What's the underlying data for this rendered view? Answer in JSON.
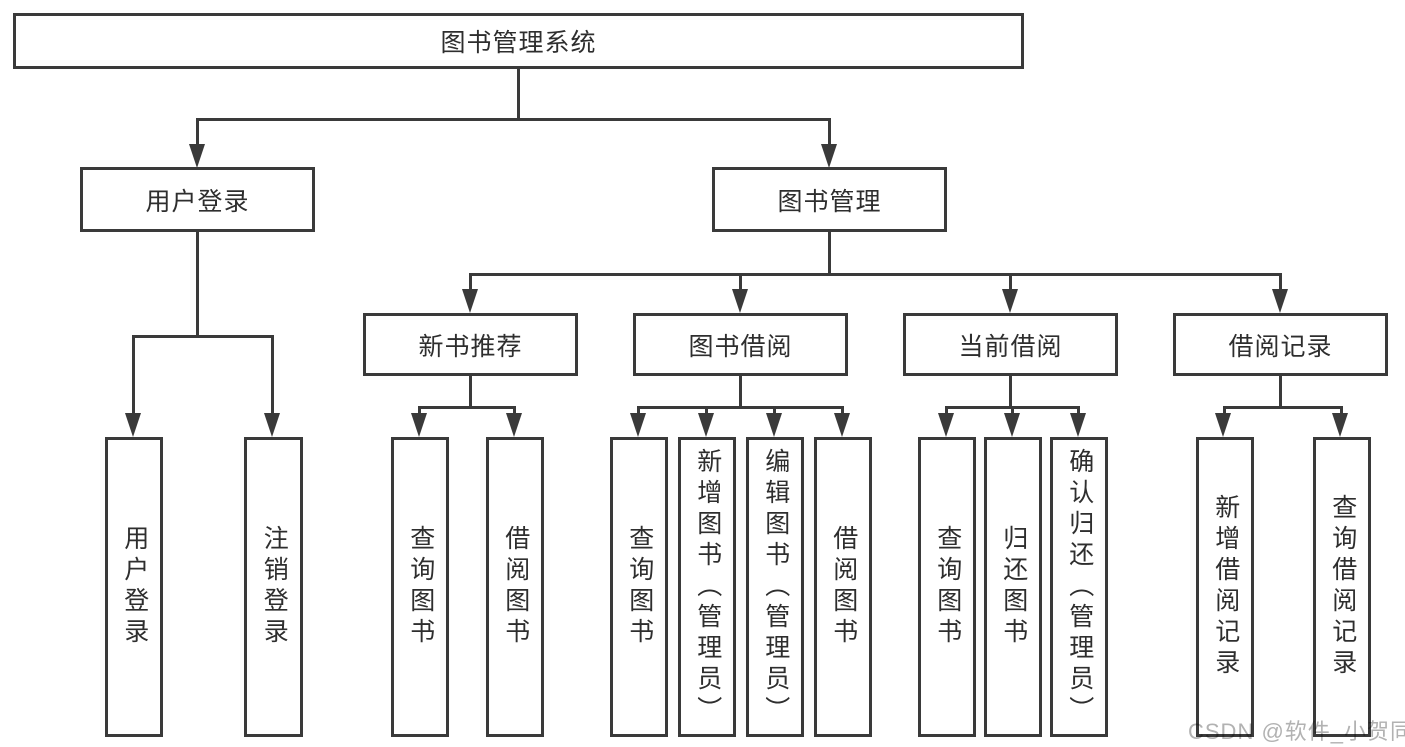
{
  "diagram": {
    "root": {
      "label": "图书管理系统"
    },
    "branches": [
      {
        "label": "用户登录",
        "children": [
          {
            "label": "用户登录"
          },
          {
            "label": "注销登录"
          }
        ]
      },
      {
        "label": "图书管理",
        "children": [
          {
            "label": "新书推荐",
            "children": [
              {
                "label": "查询图书"
              },
              {
                "label": "借阅图书"
              }
            ]
          },
          {
            "label": "图书借阅",
            "children": [
              {
                "label": "查询图书"
              },
              {
                "label": "新增图书（管理员）"
              },
              {
                "label": "编辑图书（管理员）"
              },
              {
                "label": "借阅图书"
              }
            ]
          },
          {
            "label": "当前借阅",
            "children": [
              {
                "label": "查询图书"
              },
              {
                "label": "归还图书"
              },
              {
                "label": "确认归还（管理员）"
              }
            ]
          },
          {
            "label": "借阅记录",
            "children": [
              {
                "label": "新增借阅记录"
              },
              {
                "label": "查询借阅记录"
              }
            ]
          }
        ]
      }
    ]
  },
  "watermark": {
    "text": "CSDN @软件_小贺同学"
  },
  "colors": {
    "line": "#3a3a3a",
    "text": "#2e2e2e",
    "watermark": "#b2b2b2",
    "background": "#ffffff"
  }
}
